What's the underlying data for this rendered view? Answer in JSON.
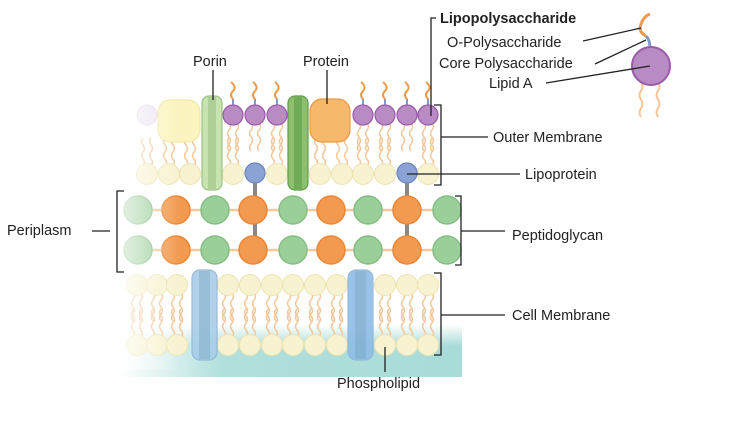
{
  "labels": {
    "porin": "Porin",
    "protein": "Protein",
    "lipopolysaccharide": "Lipopolysaccharide",
    "o_polysaccharide": "O-Polysaccharide",
    "core_polysaccharide": "Core Polysaccharide",
    "lipid_a": "Lipid A",
    "outer_membrane": "Outer Membrane",
    "lipoprotein": "Lipoprotein",
    "periplasm": "Periplasm",
    "peptidoglycan": "Peptidoglycan",
    "cell_membrane": "Cell Membrane",
    "phospholipid": "Phospholipid"
  },
  "colors": {
    "lipid_a": "#b98bc4",
    "porin": "#9dc283",
    "protein": "#f6b86a",
    "lipoprotein": "#8aa3d4",
    "peptidoglycan_orange": "#f29a4f",
    "peptidoglycan_green": "#9bcf9a",
    "phospholipid_head": "#f7f2cf",
    "membrane_protein": "#a9cde9",
    "cytoplasm": "#a8dcd8"
  }
}
